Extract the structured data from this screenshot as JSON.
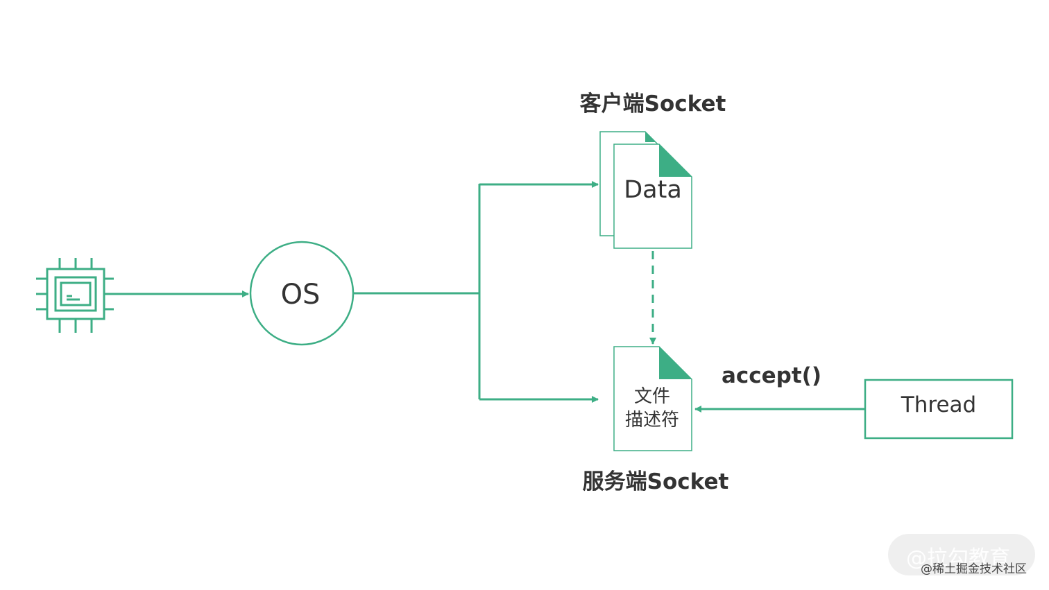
{
  "colors": {
    "accent": "#3dae85",
    "accent_dark": "#2b9b73",
    "text": "#333333",
    "background": "#ffffff"
  },
  "diagram": {
    "chip": {
      "icon": "cpu-chip-icon"
    },
    "os": {
      "label": "OS"
    },
    "client_socket": {
      "title": "客户端Socket",
      "doc_label": "Data"
    },
    "server_socket": {
      "title": "服务端Socket",
      "doc_label_line1": "文件",
      "doc_label_line2": "描述符"
    },
    "edge_label": "accept()",
    "thread": {
      "label": "Thread"
    }
  },
  "watermark": {
    "main": "@拉勾教育",
    "sub": "@稀土掘金技术社区"
  }
}
